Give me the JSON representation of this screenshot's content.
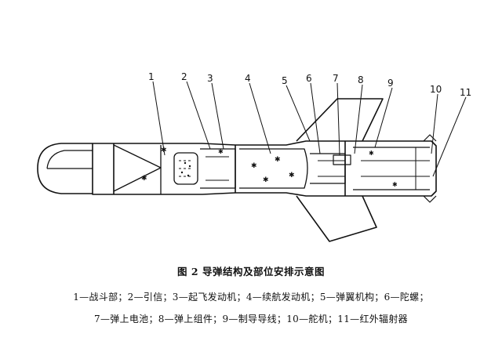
{
  "callouts": [
    "1",
    "2",
    "3",
    "4",
    "5",
    "6",
    "7",
    "8",
    "9",
    "10",
    "11"
  ],
  "caption": "图 2   导弹结构及部位安排示意图",
  "legend": {
    "line1": "1—战斗部；2—引信；3—起飞发动机；4—续航发动机；5—弹翼机构；6—陀螺；",
    "line2": "7—弹上电池；8—弹上组件；9—制导导线；10—舵机；11—红外辐射器"
  }
}
